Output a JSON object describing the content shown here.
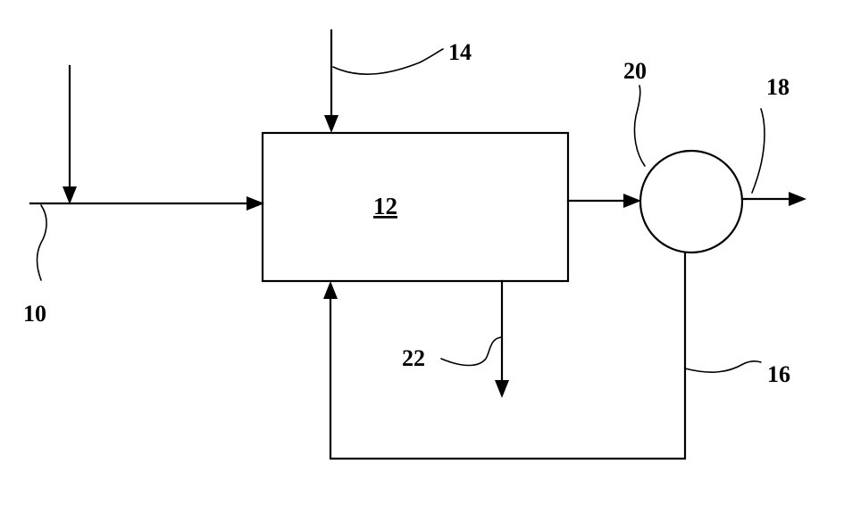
{
  "diagram": {
    "labels": {
      "feed": "10",
      "block": "12",
      "top_input": "14",
      "recycle": "16",
      "product": "18",
      "separator": "20",
      "bottom_output": "22"
    },
    "colors": {
      "line": "#000000",
      "background": "#ffffff"
    }
  }
}
